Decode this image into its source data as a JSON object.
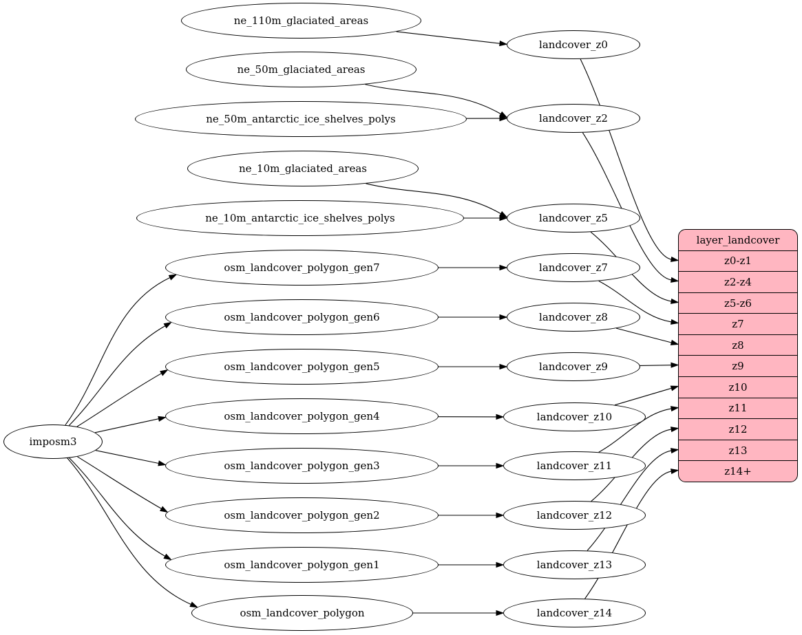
{
  "diagram": {
    "root": {
      "label": "imposm3"
    },
    "sources": [
      {
        "label": "ne_110m_glaciated_areas"
      },
      {
        "label": "ne_50m_glaciated_areas"
      },
      {
        "label": "ne_50m_antarctic_ice_shelves_polys"
      },
      {
        "label": "ne_10m_glaciated_areas"
      },
      {
        "label": "ne_10m_antarctic_ice_shelves_polys"
      },
      {
        "label": "osm_landcover_polygon_gen7"
      },
      {
        "label": "osm_landcover_polygon_gen6"
      },
      {
        "label": "osm_landcover_polygon_gen5"
      },
      {
        "label": "osm_landcover_polygon_gen4"
      },
      {
        "label": "osm_landcover_polygon_gen3"
      },
      {
        "label": "osm_landcover_polygon_gen2"
      },
      {
        "label": "osm_landcover_polygon_gen1"
      },
      {
        "label": "osm_landcover_polygon"
      }
    ],
    "intermediates": [
      {
        "label": "landcover_z0"
      },
      {
        "label": "landcover_z2"
      },
      {
        "label": "landcover_z5"
      },
      {
        "label": "landcover_z7"
      },
      {
        "label": "landcover_z8"
      },
      {
        "label": "landcover_z9"
      },
      {
        "label": "landcover_z10"
      },
      {
        "label": "landcover_z11"
      },
      {
        "label": "landcover_z12"
      },
      {
        "label": "landcover_z13"
      },
      {
        "label": "landcover_z14"
      }
    ],
    "table": {
      "title": "layer_landcover",
      "rows": [
        "z0-z1",
        "z2-z4",
        "z5-z6",
        "z7",
        "z8",
        "z9",
        "z10",
        "z11",
        "z12",
        "z13",
        "z14+"
      ]
    },
    "edges": [
      [
        "ne_110m_glaciated_areas",
        "landcover_z0"
      ],
      [
        "ne_50m_glaciated_areas",
        "landcover_z2"
      ],
      [
        "ne_50m_antarctic_ice_shelves_polys",
        "landcover_z2"
      ],
      [
        "ne_10m_glaciated_areas",
        "landcover_z5"
      ],
      [
        "ne_10m_antarctic_ice_shelves_polys",
        "landcover_z5"
      ],
      [
        "imposm3",
        "osm_landcover_polygon_gen7"
      ],
      [
        "imposm3",
        "osm_landcover_polygon_gen6"
      ],
      [
        "imposm3",
        "osm_landcover_polygon_gen5"
      ],
      [
        "imposm3",
        "osm_landcover_polygon_gen4"
      ],
      [
        "imposm3",
        "osm_landcover_polygon_gen3"
      ],
      [
        "imposm3",
        "osm_landcover_polygon_gen2"
      ],
      [
        "imposm3",
        "osm_landcover_polygon_gen1"
      ],
      [
        "imposm3",
        "osm_landcover_polygon"
      ],
      [
        "osm_landcover_polygon_gen7",
        "landcover_z7"
      ],
      [
        "osm_landcover_polygon_gen6",
        "landcover_z8"
      ],
      [
        "osm_landcover_polygon_gen5",
        "landcover_z9"
      ],
      [
        "osm_landcover_polygon_gen4",
        "landcover_z10"
      ],
      [
        "osm_landcover_polygon_gen3",
        "landcover_z11"
      ],
      [
        "osm_landcover_polygon_gen2",
        "landcover_z12"
      ],
      [
        "osm_landcover_polygon_gen1",
        "landcover_z13"
      ],
      [
        "osm_landcover_polygon",
        "landcover_z14"
      ],
      [
        "landcover_z0",
        "z0-z1"
      ],
      [
        "landcover_z2",
        "z2-z4"
      ],
      [
        "landcover_z5",
        "z5-z6"
      ],
      [
        "landcover_z7",
        "z7"
      ],
      [
        "landcover_z8",
        "z8"
      ],
      [
        "landcover_z9",
        "z9"
      ],
      [
        "landcover_z10",
        "z10"
      ],
      [
        "landcover_z11",
        "z11"
      ],
      [
        "landcover_z12",
        "z12"
      ],
      [
        "landcover_z13",
        "z13"
      ],
      [
        "landcover_z14",
        "z14+"
      ]
    ],
    "colors": {
      "table_fill": "#ffb6c1",
      "node_fill": "#ffffff",
      "stroke": "#000000"
    }
  }
}
